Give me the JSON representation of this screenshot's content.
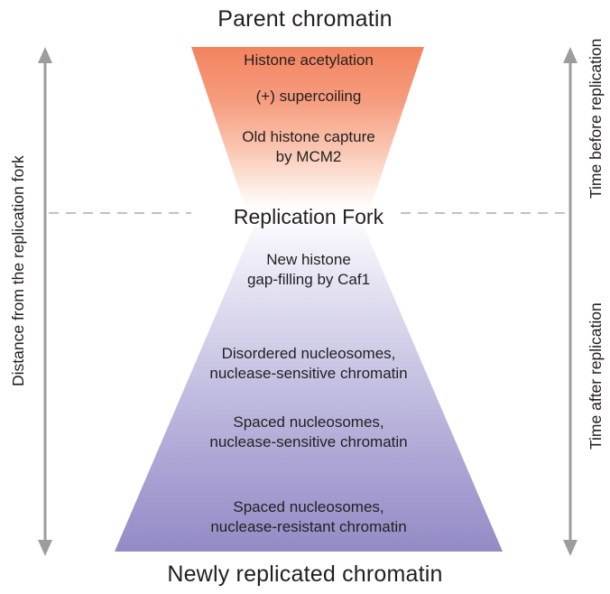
{
  "diagram": {
    "top_title": "Parent chromatin",
    "bottom_title": "Newly replicated chromatin",
    "fork_label": "Replication Fork",
    "left_axis_label": "Distance from the replication fork",
    "right_axis_labels": {
      "before": "Time before replication",
      "after": "Time after replication"
    },
    "parent_items": [
      "Histone acetylation",
      "(+) supercoiling",
      "Old histone capture\nby MCM2"
    ],
    "new_items": [
      "New histone\ngap-filling by Caf1",
      "Disordered nucleosomes,\nnuclease-sensitive chromatin",
      "Spaced nucleosomes,\nnuclease-sensitive chromatin",
      "Spaced nucleosomes,\nnuclease-resistant chromatin"
    ]
  },
  "colors": {
    "parent-top": "#F2835F",
    "new-bottom": "#938BC5",
    "arrow": "#9B9DA0",
    "dash": "#BFC1C3",
    "text": "#231F20"
  }
}
